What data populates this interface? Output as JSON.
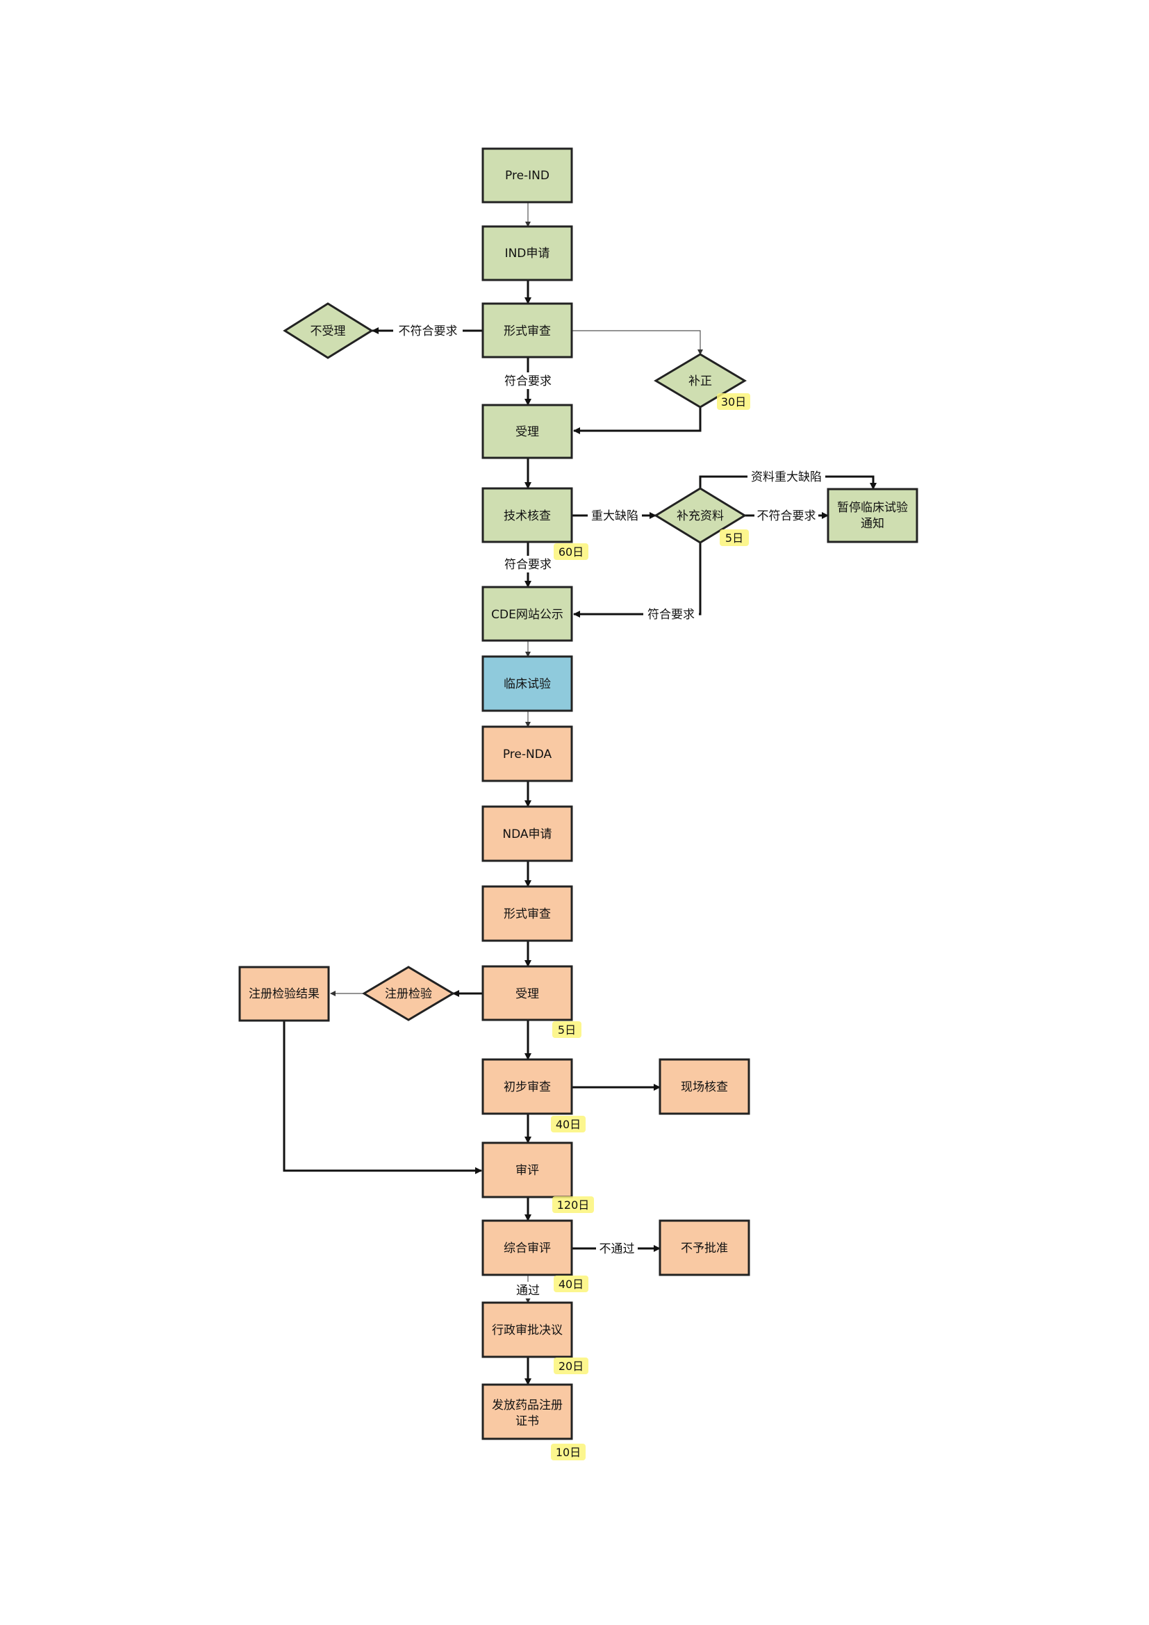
{
  "nodes": {
    "pre_ind": "Pre-IND",
    "ind_app": "IND申请",
    "formal_review_1": "形式审查",
    "reject": "不受理",
    "correction": "补正",
    "accept_1": "受理",
    "tech_check": "技术核查",
    "supplement": "补充资料",
    "suspend_line1": "暂停临床试验",
    "suspend_line2": "通知",
    "cde_publish": "CDE网站公示",
    "clinical_trial": "临床试验",
    "pre_nda": "Pre-NDA",
    "nda_app": "NDA申请",
    "formal_review_2": "形式审查",
    "accept_2": "受理",
    "reg_test": "注册检验",
    "reg_test_result": "注册检验结果",
    "prelim_review": "初步审查",
    "site_check": "现场核查",
    "evaluation": "审评",
    "comprehensive": "综合审评",
    "not_approved": "不予批准",
    "admin_decision": "行政审批决议",
    "cert_line1": "发放药品注册",
    "cert_line2": "证书"
  },
  "edge_labels": {
    "not_compliant_1": "不符合要求",
    "compliant_1": "符合要求",
    "major_defect": "重大缺陷",
    "data_major_defect": "资料重大缺陷",
    "not_compliant_2": "不符合要求",
    "compliant_2": "符合要求",
    "compliant_3": "符合要求",
    "not_passed": "不通过",
    "passed": "通过"
  },
  "durations": {
    "correction": "30日",
    "tech_check": "60日",
    "supplement": "5日",
    "accept_2": "5日",
    "prelim_review": "40日",
    "evaluation": "120日",
    "comprehensive": "40日",
    "admin_decision": "20日",
    "cert": "10日"
  },
  "colors": {
    "ind_phase": "#cfdeb1",
    "clinical_phase": "#8fcadc",
    "nda_phase": "#f9c9a3",
    "duration_highlight": "#fbf47a"
  }
}
